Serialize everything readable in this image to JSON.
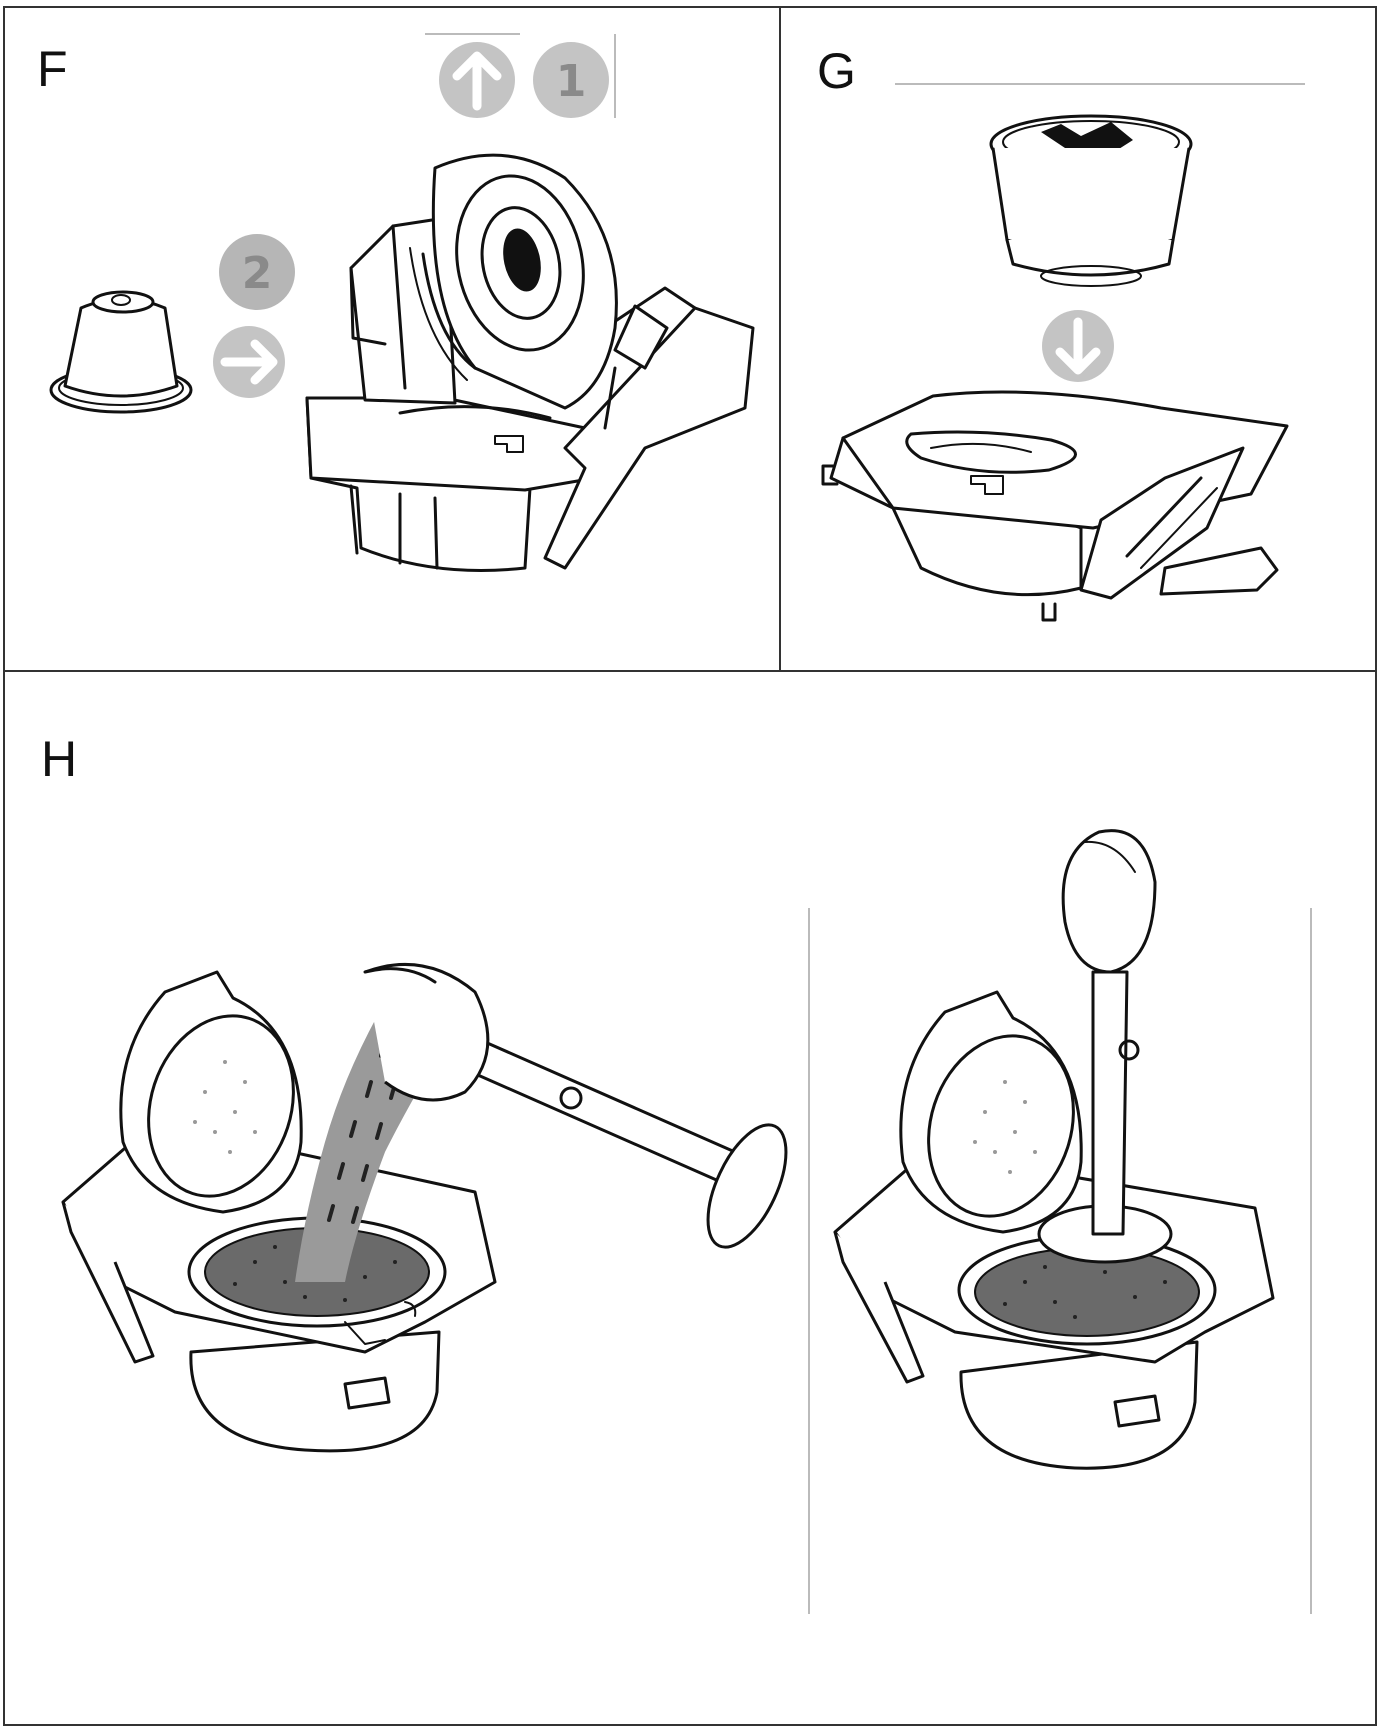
{
  "panels": [
    {
      "letter": "F",
      "badges": {
        "step_1": "1",
        "step_2": "2"
      }
    },
    {
      "letter": "G"
    },
    {
      "letter": "H"
    }
  ],
  "colors": {
    "badge": "#bdbdbd",
    "badge_text": "#8a8a8a",
    "coffee": "#6a6a6a",
    "outline": "#111111"
  },
  "icons": [
    "arrow-up-icon",
    "arrow-right-icon",
    "arrow-down-icon"
  ]
}
